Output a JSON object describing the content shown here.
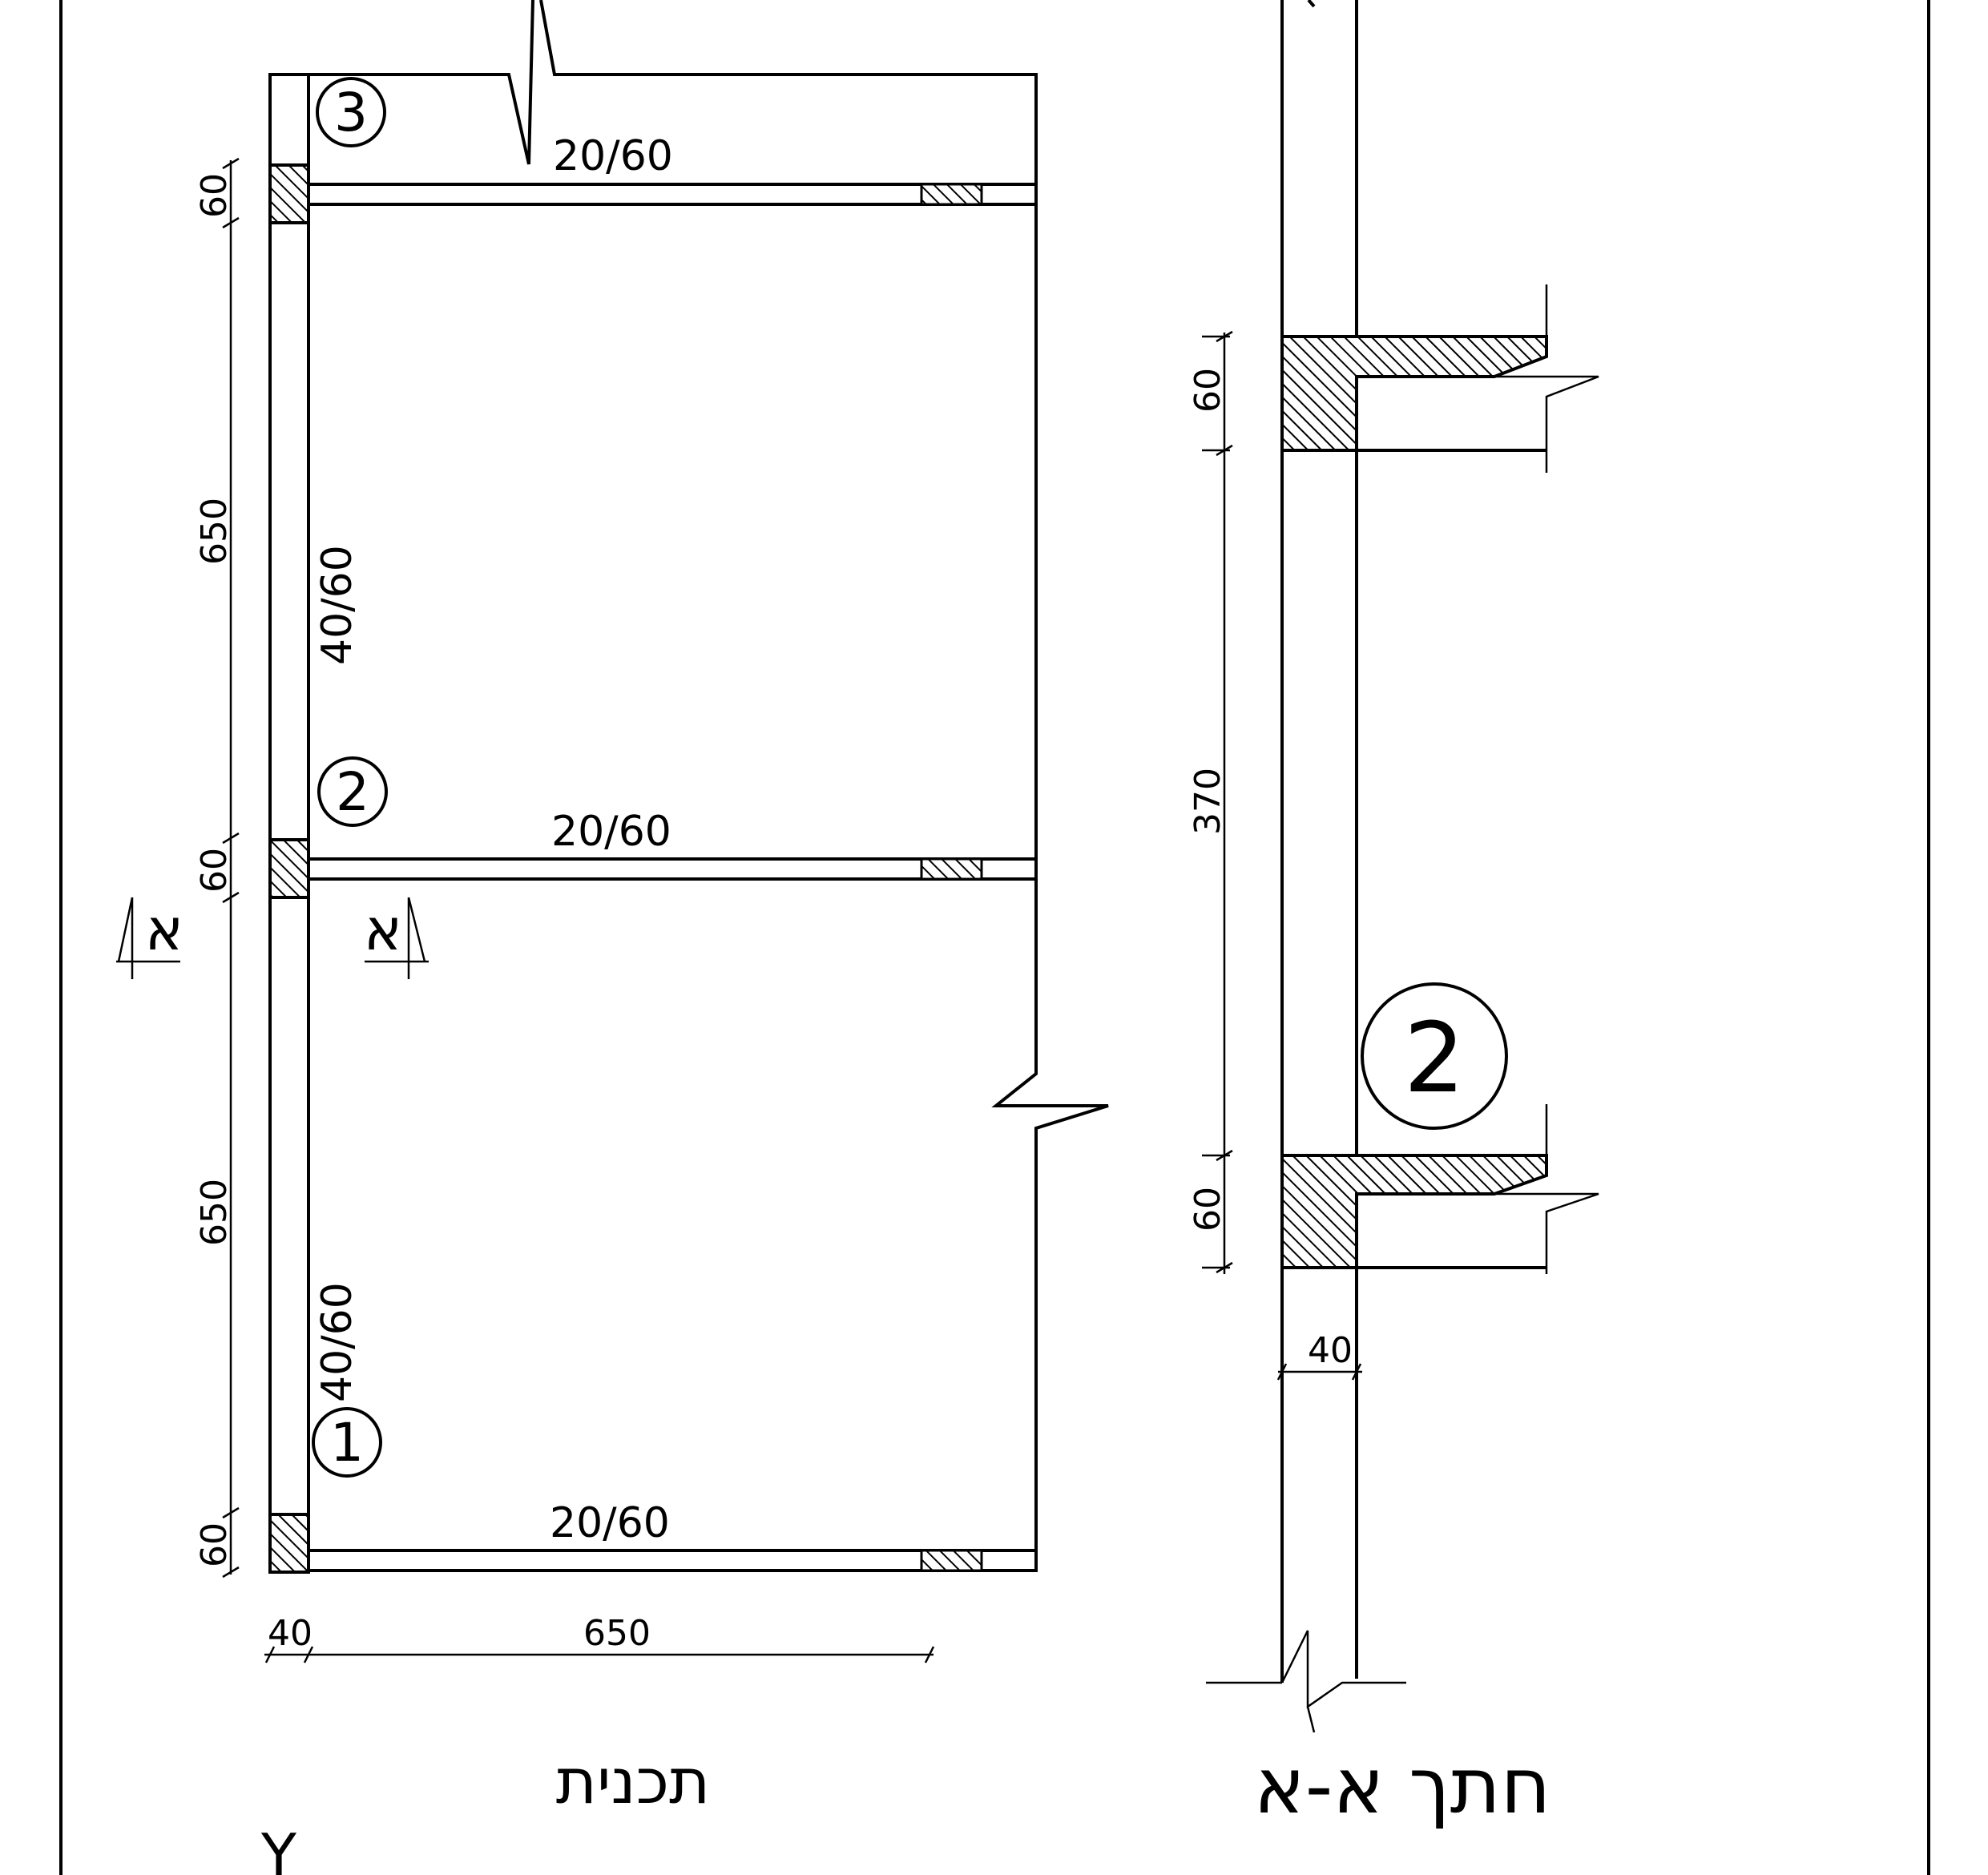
{
  "plan": {
    "title": "תכנית",
    "beam_label_top": "20/60",
    "beam_label_mid": "20/60",
    "beam_label_bot": "20/60",
    "wall_label_upper": "40/60",
    "wall_label_lower": "40/60",
    "node_1": "1",
    "node_2": "2",
    "node_3": "3",
    "dim_60_top": "60",
    "dim_650_upper": "650",
    "dim_60_mid": "60",
    "dim_650_lower": "650",
    "dim_60_bot": "60",
    "dim_40_bottom": "40",
    "dim_650_bottom": "650",
    "section_mark_left": "א",
    "section_mark_right": "א"
  },
  "section": {
    "title": "חתך א-א",
    "node_2": "2",
    "dim_60_upper": "60",
    "dim_370": "370",
    "dim_60_lower": "60",
    "dim_40": "40"
  },
  "corner_letter": "Y"
}
